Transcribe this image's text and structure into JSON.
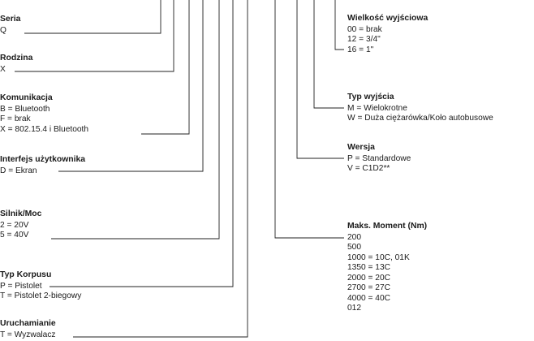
{
  "groups": {
    "seria": {
      "heading": "Seria",
      "lines": [
        "Q"
      ]
    },
    "rodzina": {
      "heading": "Rodzina",
      "lines": [
        "X"
      ]
    },
    "komunikacja": {
      "heading": "Komunikacja",
      "lines": [
        "B = Bluetooth",
        "F = brak",
        "X = 802.15.4 i Bluetooth"
      ]
    },
    "interfejs": {
      "heading": "Interfejs użytkownika",
      "lines": [
        "D = Ekran"
      ]
    },
    "silnik": {
      "heading": "Silnik/Moc",
      "lines": [
        "2 = 20V",
        "5 = 40V"
      ]
    },
    "korpus": {
      "heading": "Typ Korpusu",
      "lines": [
        "P = Pistolet",
        "T = Pistolet 2-biegowy"
      ]
    },
    "uruchamianie": {
      "heading": "Uruchamianie",
      "lines": [
        "T = Wyzwalacz"
      ]
    },
    "wielkosc": {
      "heading": "Wielkość wyjściowa",
      "lines": [
        "00 = brak",
        "12 = 3/4\"",
        "16 = 1\""
      ]
    },
    "typ_wyjscia": {
      "heading": "Typ wyjścia",
      "lines": [
        "M = Wielokrotne",
        "W = Duża ciężarówka/Koło autobusowe"
      ]
    },
    "wersja": {
      "heading": "Wersja",
      "lines": [
        "P = Standardowe",
        "V = C1D2**"
      ]
    },
    "moment": {
      "heading": "Maks. Moment (Nm)",
      "lines": [
        "200",
        "500",
        "1000 = 10C, 01K",
        "1350 = 13C",
        "2000 = 20C",
        "2700 = 27C",
        "4000 = 40C",
        "012"
      ]
    }
  }
}
